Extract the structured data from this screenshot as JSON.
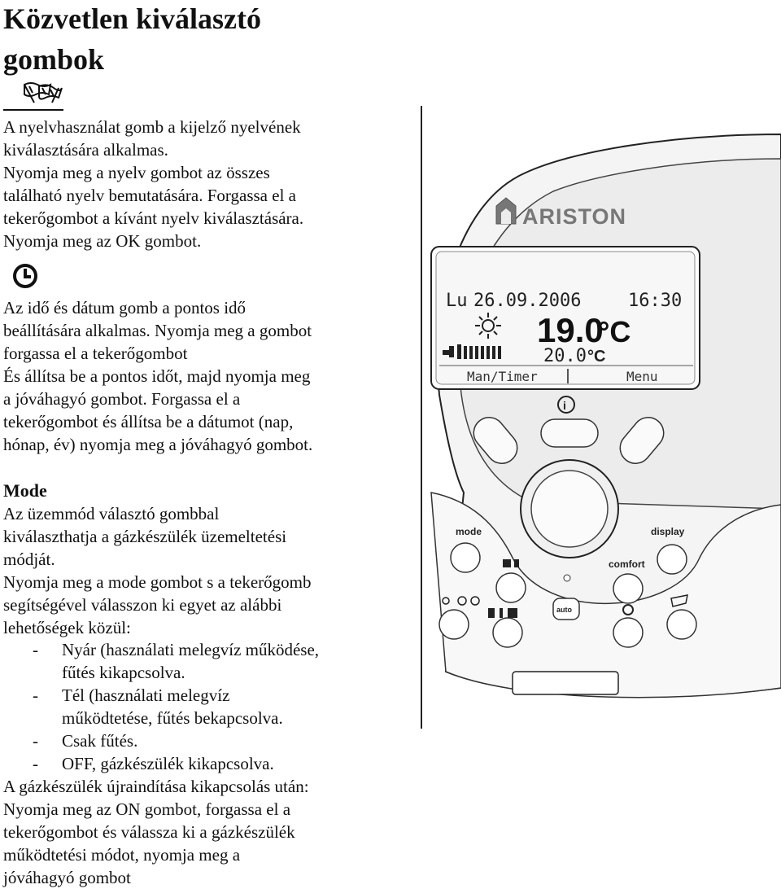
{
  "heading": "Közvetlen kiválasztó gombok",
  "icons": {
    "language": "language-flags-icon",
    "clock": "clock-icon"
  },
  "language_section": [
    "A nyelvhasználat gomb a kijelző nyelvének",
    "kiválasztására alkalmas.",
    "Nyomja meg a nyelv gombot az összes",
    "található nyelv bemutatására. Forgassa el a",
    "tekerőgombot a kívánt nyelv kiválasztására.",
    "Nyomja meg az OK gombot."
  ],
  "time_section": [
    "Az idő és dátum gomb a pontos idő",
    "beállítására alkalmas. Nyomja meg a gombot",
    "forgassa el a tekerőgombot",
    "És állítsa be a pontos időt, majd nyomja meg",
    "a jóváhagyó gombot. Forgassa el a",
    "tekerőgombot és állítsa be a dátumot (nap,",
    "hónap, év) nyomja meg a jóváhagyó gombot."
  ],
  "mode_section": {
    "title": "Mode",
    "intro": [
      "Az üzemmód választó gombbal",
      "kiválaszthatja a gázkészülék üzemeltetési",
      "módját.",
      "Nyomja meg a mode gombot s a tekerőgomb",
      "segítségével válasszon ki egyet az alábbi",
      "lehetőségek közül:"
    ],
    "list_dash": "-",
    "options": [
      {
        "line1": "Nyár (használati melegvíz működése,",
        "line2": "fűtés kikapcsolva."
      },
      {
        "line1": "Tél (használati melegvíz",
        "line2": "működtetése, fűtés bekapcsolva."
      },
      {
        "line1": "Csak fűtés.",
        "line2": ""
      },
      {
        "line1": "OFF, gázkészülék kikapcsolva.",
        "line2": ""
      }
    ],
    "outro": [
      "A gázkészülék újraindítása kikapcsolás után:",
      "Nyomja meg az ON gombot, forgassa el a",
      "tekerőgombot és válassza ki a gázkészülék",
      "működtetési módot, nyomja meg a",
      "jóváhagyó gombot"
    ]
  },
  "device": {
    "brand": "ARISTON",
    "display": {
      "day": "Lu",
      "date": "26.09.2006",
      "time": "16:30",
      "main_temp": "19.0",
      "main_unit": "°C",
      "set_temp": "20.0",
      "set_unit": "°C",
      "softkey_left": "Man/Timer",
      "softkey_right": "Menu"
    },
    "labels": {
      "mode": "mode",
      "display": "display",
      "comfort": "comfort",
      "auto": "auto"
    }
  }
}
